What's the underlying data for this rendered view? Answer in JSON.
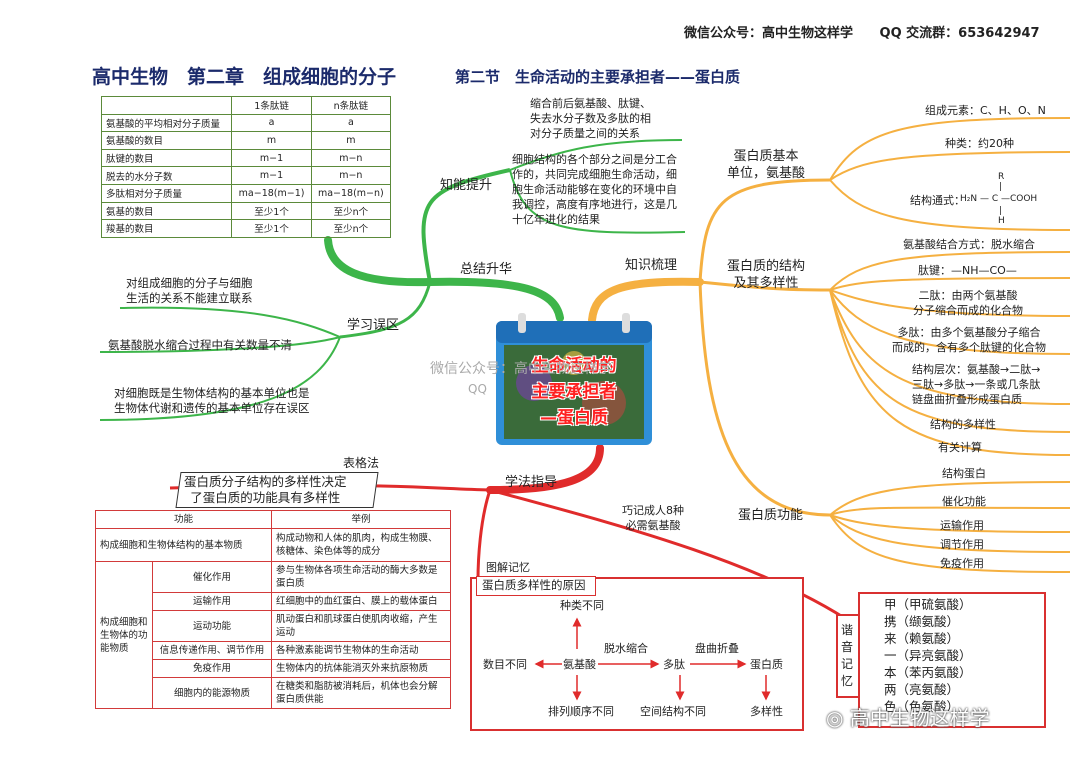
{
  "header": {
    "wechat": "微信公众号：高中生物这样学",
    "qq": "QQ 交流群：653642947"
  },
  "title": {
    "main": "高中生物　第二章　组成细胞的分子",
    "section": "第二节　生命活动的主要承担者——蛋白质"
  },
  "center": {
    "line1": "生命活动的",
    "line2": "主要承担者",
    "line3": "—蛋白质",
    "watermark1": "微信公众号：高中生物这样学",
    "watermark2": "QQ"
  },
  "branches": {
    "summary": "总结升华",
    "knowledge": "知识梳理",
    "method": "学法指导",
    "ability": "知能提升",
    "mistakes": "学习误区"
  },
  "ability": {
    "note1": [
      "缩合前后氨基酸、肽键、",
      "失去水分子数及多肽的相",
      "对分子质量之间的关系"
    ],
    "note2": [
      "细胞结构的各个部分之间是分工合",
      "作的，共同完成细胞生命活动，细",
      "胞生命活动能够在变化的环境中自",
      "我调控，高度有序地进行，这是几",
      "十亿年进化的结果"
    ]
  },
  "table1": {
    "headers": [
      "",
      "1条肽链",
      "n条肽链"
    ],
    "rows": [
      [
        "氨基酸的平均相对分子质量",
        "a",
        "a"
      ],
      [
        "氨基酸的数目",
        "m",
        "m"
      ],
      [
        "肽键的数目",
        "m−1",
        "m−n"
      ],
      [
        "脱去的水分子数",
        "m−1",
        "m−n"
      ],
      [
        "多肽相对分子质量",
        "ma−18(m−1)",
        "ma−18(m−n)"
      ],
      [
        "氨基的数目",
        "至少1个",
        "至少n个"
      ],
      [
        "羧基的数目",
        "至少1个",
        "至少n个"
      ]
    ]
  },
  "mistakes": {
    "m1": [
      "对组成细胞的分子与细胞",
      "生活的关系不能建立联系"
    ],
    "m2": "氨基酸脱水缩合过程中有关数量不清",
    "m3": [
      "对细胞既是生物体结构的基本单位也是",
      "生物体代谢和遗传的基本单位存在误区"
    ]
  },
  "knowledge": {
    "unit": {
      "label": [
        "蛋白质基本",
        "单位，氨基酸"
      ],
      "elements": "组成元素：C、H、O、N",
      "types": "种类：约20种",
      "formula_label": "结构通式：",
      "formula": {
        "r": "R",
        "h_top": "|",
        "left": "H₂N — C —COOH",
        "h_bottom": "|",
        "h": "H"
      }
    },
    "structure": {
      "label": [
        "蛋白质的结构",
        "及其多样性"
      ],
      "items": [
        [
          "氨基酸结合方式：脱水缩合"
        ],
        [
          "肽键：—NH—CO—"
        ],
        [
          "二肽：由两个氨基酸",
          "分子缩合而成的化合物"
        ],
        [
          "多肽：由多个氨基酸分子缩合",
          "而成的，含有多个肽键的化合物"
        ],
        [
          "结构层次：氨基酸→二肽→",
          "三肽→多肽→一条或几条肽",
          "链盘曲折叠形成蛋白质"
        ],
        [
          "结构的多样性"
        ],
        [
          "有关计算"
        ]
      ]
    },
    "function": {
      "label": "蛋白质功能",
      "items": [
        "结构蛋白",
        "催化功能",
        "运输作用",
        "调节作用",
        "免疫作用"
      ]
    }
  },
  "method": {
    "table_method": "表格法",
    "table_title": [
      "蛋白质分子结构的多样性决定",
      "了蛋白质的功能具有多样性"
    ],
    "table_headers": [
      "功能",
      "举例"
    ],
    "table_rows": [
      [
        "构成细胞和生物体结构的基本物质",
        "",
        "构成动物和人体的肌肉，构成生物膜、核糖体、染色体等的成分"
      ],
      [
        "构成细胞和生物体的功能物质",
        "催化作用",
        "参与生物体各项生命活动的酶大多数是蛋白质"
      ],
      [
        "",
        "运输作用",
        "红细胞中的血红蛋白、膜上的载体蛋白"
      ],
      [
        "",
        "运动功能",
        "肌动蛋白和肌球蛋白使肌肉收缩，产生运动"
      ],
      [
        "",
        "信息传递作用、调节作用",
        "各种激素能调节生物体的生命活动"
      ],
      [
        "",
        "免疫作用",
        "生物体内的抗体能消灭外来抗原物质"
      ],
      [
        "",
        "细胞内的能源物质",
        "在糖类和脂肪被消耗后，机体也会分解蛋白质供能"
      ]
    ],
    "diagram_method": "图解记忆",
    "diagram_title": "蛋白质多样性的原因",
    "diagram": {
      "n1": "种类不同",
      "n2": "数目不同",
      "n3": "氨基酸",
      "n4": "脱水缩合",
      "n5": "多肽",
      "n6": "盘曲折叠",
      "n7": "蛋白质",
      "n8": "排列顺序不同",
      "n9": "空间结构不同",
      "n10": "多样性"
    },
    "mnemonic_label": [
      "巧记成人8种",
      "必需氨基酸"
    ],
    "mnemonic_vert": [
      "谐",
      "音",
      "记",
      "忆"
    ],
    "mnemonic": [
      "甲（甲硫氨酸）",
      "携（缬氨酸）",
      "来（赖氨酸）",
      "一（异亮氨酸）",
      "本（苯丙氨酸）",
      "两（亮氨酸）",
      "色（色氨酸）"
    ]
  },
  "footer_watermark": "高中生物这样学",
  "colors": {
    "green": "#3db54a",
    "orange": "#f5b041",
    "red": "#e02b2b",
    "navy": "#1b2a6b"
  }
}
